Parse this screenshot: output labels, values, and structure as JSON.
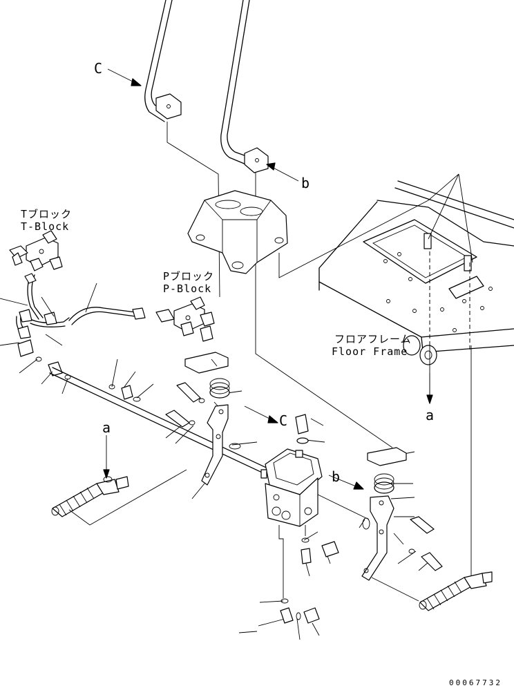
{
  "labels": {
    "t_block_jp": "Tブロック",
    "t_block_en": "T-Block",
    "p_block_jp": "Pブロック",
    "p_block_en": "P-Block",
    "floor_frame_jp": "フロアフレーム",
    "floor_frame_en": "Floor Frame",
    "ref_c": "C",
    "ref_b": "b",
    "ref_a": "a"
  },
  "drawing_number": "00067732"
}
